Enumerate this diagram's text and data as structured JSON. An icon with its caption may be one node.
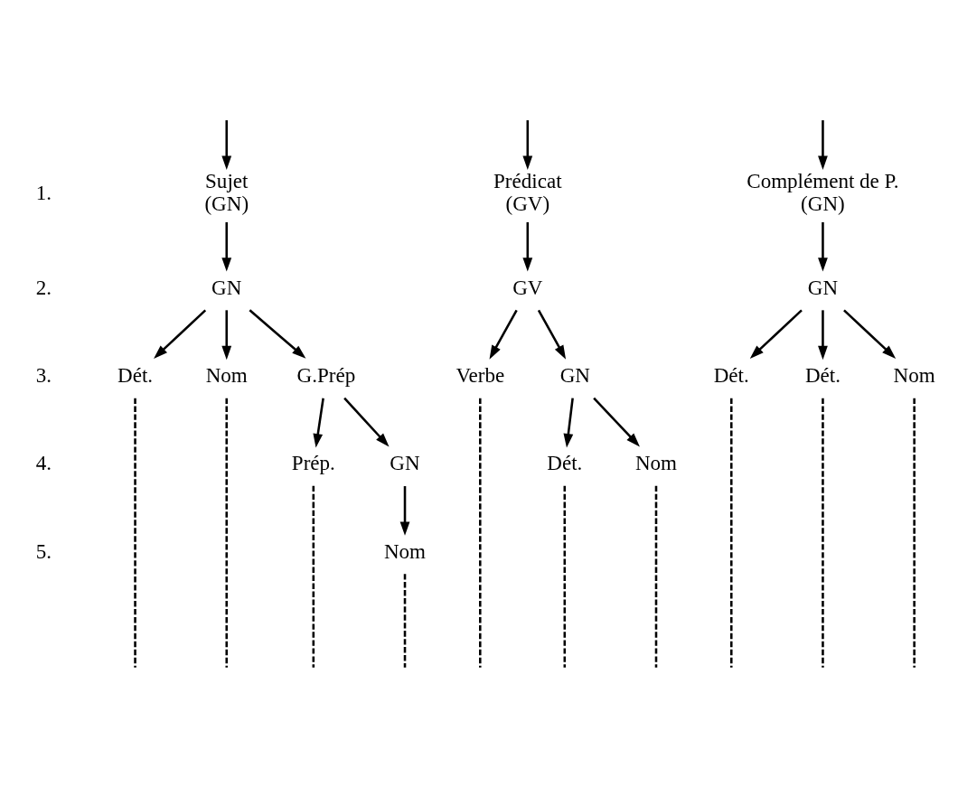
{
  "diagram": {
    "nodes": [
      {
        "text": [
          "Sujet",
          "(GN)"
        ]
      },
      {
        "text": [
          "Prédicat",
          "(GV)"
        ]
      },
      {
        "text": [
          "Complément de P.",
          "(GN)"
        ]
      },
      {
        "text": [
          "GN"
        ]
      },
      {
        "text": [
          "GV"
        ]
      },
      {
        "text": [
          "GN"
        ]
      },
      {
        "text": [
          "Dét."
        ]
      },
      {
        "text": [
          "Nom"
        ]
      },
      {
        "text": [
          "G.Prép"
        ]
      },
      {
        "text": [
          "Verbe"
        ]
      },
      {
        "text": [
          "GN"
        ]
      },
      {
        "text": [
          "Dét."
        ]
      },
      {
        "text": [
          "Dét."
        ]
      },
      {
        "text": [
          "Nom"
        ]
      },
      {
        "text": [
          "Prép."
        ]
      },
      {
        "text": [
          "GN"
        ]
      },
      {
        "text": [
          "Dét."
        ]
      },
      {
        "text": [
          "Nom"
        ]
      },
      {
        "text": [
          "Nom"
        ]
      }
    ],
    "edges": [
      {
        "from": null,
        "to": 0,
        "arrow": "to"
      },
      {
        "from": null,
        "to": 1,
        "arrow": "to"
      },
      {
        "from": null,
        "to": 2,
        "arrow": "to"
      },
      {
        "from": 0,
        "to": 3,
        "arrow": "to"
      },
      {
        "from": 1,
        "to": 4,
        "arrow": "to"
      },
      {
        "from": 2,
        "to": 5,
        "arrow": "to"
      },
      {
        "from": 3,
        "to": 6,
        "arrow": "to"
      },
      {
        "from": 3,
        "to": 7,
        "arrow": "to"
      },
      {
        "from": 3,
        "to": 8,
        "arrow": "to"
      },
      {
        "from": 4,
        "to": 9,
        "arrow": "to"
      },
      {
        "from": 4,
        "to": 10,
        "arrow": "to"
      },
      {
        "from": 5,
        "to": 11,
        "arrow": "to"
      },
      {
        "from": 5,
        "to": 12,
        "arrow": "to"
      },
      {
        "from": 5,
        "to": 13,
        "arrow": "to"
      },
      {
        "from": 8,
        "to": 14,
        "arrow": "to"
      },
      {
        "from": 8,
        "to": 15,
        "arrow": "to"
      },
      {
        "from": 10,
        "to": 16,
        "arrow": "to"
      },
      {
        "from": 10,
        "to": 17,
        "arrow": "to"
      },
      {
        "from": 15,
        "to": 18,
        "arrow": "to"
      },
      {
        "from": 6,
        "to": null,
        "arrow": "none",
        "style": "dashed"
      },
      {
        "from": 7,
        "to": null,
        "arrow": "none",
        "style": "dashed"
      },
      {
        "from": 14,
        "to": null,
        "arrow": "none",
        "style": "dashed"
      },
      {
        "from": 18,
        "to": null,
        "arrow": "none",
        "style": "dashed"
      },
      {
        "from": 9,
        "to": null,
        "arrow": "none",
        "style": "dashed"
      },
      {
        "from": 16,
        "to": null,
        "arrow": "none",
        "style": "dashed"
      },
      {
        "from": 17,
        "to": null,
        "arrow": "none",
        "style": "dashed"
      },
      {
        "from": 11,
        "to": null,
        "arrow": "none",
        "style": "dashed"
      },
      {
        "from": 12,
        "to": null,
        "arrow": "none",
        "style": "dashed"
      },
      {
        "from": 13,
        "to": null,
        "arrow": "none",
        "style": "dashed"
      }
    ],
    "labels": [
      "1.",
      "2.",
      "3.",
      "4.",
      "5."
    ]
  }
}
